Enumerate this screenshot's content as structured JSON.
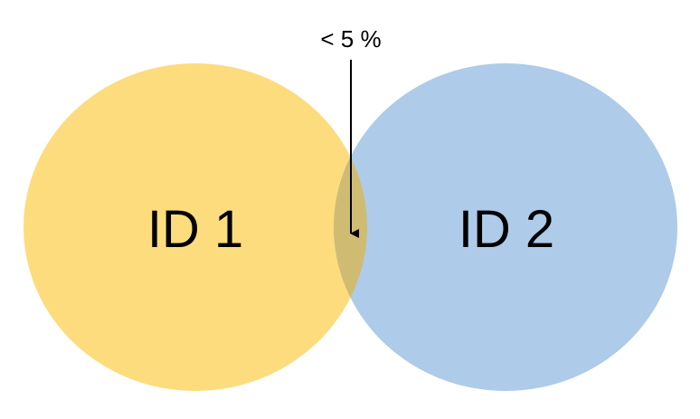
{
  "diagram": {
    "type": "venn",
    "sets": [
      {
        "label": "ID 1",
        "color": "#FDDC7E"
      },
      {
        "label": "ID 2",
        "color": "#AECBE9"
      }
    ],
    "overlap": {
      "label": "< 5 %",
      "color": "#CFBC72"
    },
    "arrow_color": "#000000"
  }
}
